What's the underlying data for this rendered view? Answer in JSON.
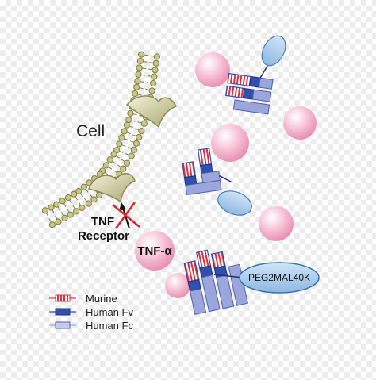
{
  "labels": {
    "cell": "Cell",
    "receptor_line1": "TNF",
    "receptor_line2": "Receptor",
    "tnf_alpha": "TNF-α",
    "peg": "PEG2MAL40K"
  },
  "legend": [
    {
      "label": "Murine",
      "color": "#e03040"
    },
    {
      "label": "Human Fv",
      "color": "#3050b0"
    },
    {
      "label": "Human Fc",
      "color": "#9aa6dc"
    }
  ],
  "colors": {
    "membrane": "#c8c68a",
    "membrane_stroke": "#7d7c3e",
    "receptor": "#c4c29a",
    "sphere": "#f7c2d4",
    "peg_fill": "#a8ccec",
    "inhibit_mark": "#d8262b"
  }
}
